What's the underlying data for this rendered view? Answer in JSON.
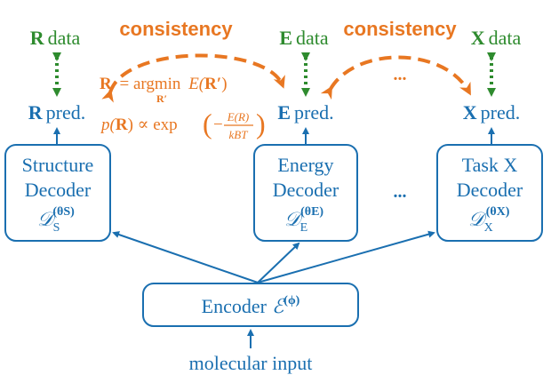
{
  "colors": {
    "blue": "#1a6fb0",
    "green": "#2e8b2e",
    "orange": "#e87722"
  },
  "consistency_label": "consistency",
  "data_row": {
    "r": {
      "sym": "R",
      "word": "data"
    },
    "e": {
      "sym": "E",
      "word": "data"
    },
    "x": {
      "sym": "X",
      "word": "data"
    }
  },
  "pred_row": {
    "r": {
      "sym": "R",
      "word": "pred."
    },
    "e": {
      "sym": "E",
      "word": "pred."
    },
    "x": {
      "sym": "X",
      "word": "pred."
    }
  },
  "ellipsis": "...",
  "formulas": {
    "argmin": {
      "lhs": "R",
      "op": "= argmin",
      "fn": "E(",
      "arg": "R′",
      "close": ")",
      "sub": "R′"
    },
    "boltzmann": {
      "p": "p(",
      "r": "R",
      "mid": ") ∝ exp",
      "open": "(",
      "minus": "−",
      "num": "E(R)",
      "den": "kBT",
      "close": ")",
      "rparen": ")"
    }
  },
  "decoders": [
    {
      "line1": "Structure",
      "line2": "Decoder",
      "sym": "𝒟",
      "sub": "S",
      "sup": "(θS)"
    },
    {
      "line1": "Energy",
      "line2": "Decoder",
      "sym": "𝒟",
      "sub": "E",
      "sup": "(θE)"
    },
    {
      "line1": "Task X",
      "line2": "Decoder",
      "sym": "𝒟",
      "sub": "X",
      "sup": "(θX)"
    }
  ],
  "encoder": {
    "label": "Encoder",
    "sym": "ℰ",
    "sup": "(ϕ)"
  },
  "input_label": "molecular input"
}
